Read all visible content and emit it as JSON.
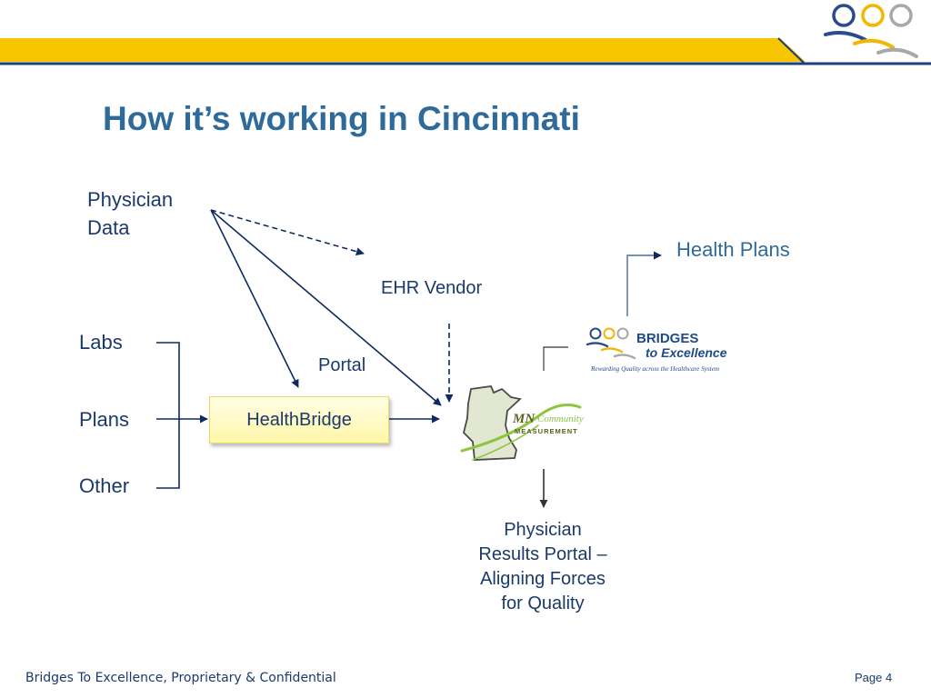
{
  "slide": {
    "title": "How it’s working in Cincinnati",
    "footer_left": "Bridges To Excellence, Proprietary & Confidential",
    "footer_right": "Page 4"
  },
  "diagram": {
    "physician_data": [
      "Physician",
      "Data"
    ],
    "ehr_vendor": "EHR Vendor",
    "portal": "Portal",
    "labs": "Labs",
    "plans": "Plans",
    "other": "Other",
    "healthbridge": "HealthBridge",
    "health_plans": "Health Plans",
    "results_portal": [
      "Physician",
      "Results Portal –",
      "Aligning Forces",
      "for Quality"
    ]
  },
  "logos": {
    "bte_line1": "BRIDGES",
    "bte_line2": "to Excellence",
    "bte_tagline": "Rewarding Quality across the Healthcare System",
    "mncm_mn": "MN",
    "mncm_community": "Community",
    "mncm_measurement": "MEASUREMENT"
  },
  "colors": {
    "title_blue": "#2e6a9a",
    "text_navy": "#1a3a6a",
    "banner_yellow": "#f7c600",
    "arrow_navy": "#0f2a5e"
  },
  "icons": [
    "people-logo-icon",
    "minnesota-map-icon"
  ]
}
